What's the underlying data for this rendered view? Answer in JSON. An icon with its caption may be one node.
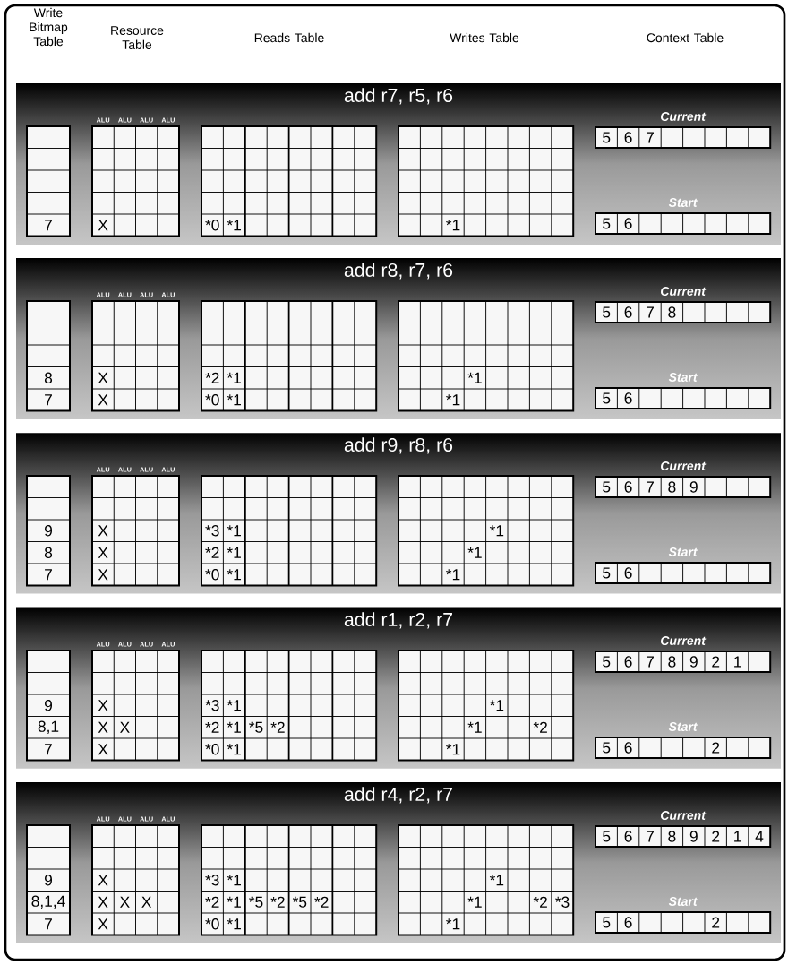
{
  "diagram": {
    "nodes": [
      {
        "text": [
          "add r7, r5, r6"
        ]
      },
      {
        "text": [
          "add r8, r7, r6"
        ]
      },
      {
        "text": [
          "add r9, r8, r6"
        ]
      },
      {
        "text": [
          "add r1, r2, r7"
        ]
      },
      {
        "text": [
          "add r4, r2, r7"
        ]
      }
    ],
    "labels": [
      "Write Bitmap Table",
      "Resource Table",
      "Reads Table",
      "Writes Table",
      "Context Table",
      "ALU",
      "ALU",
      "ALU",
      "ALU",
      "Current",
      "5",
      "6",
      "7",
      "7",
      "X",
      "*0",
      "*1",
      "*1",
      "Start",
      "5",
      "6",
      "ALU",
      "ALU",
      "ALU",
      "ALU",
      "Current",
      "5",
      "6",
      "7",
      "8",
      "8",
      "X",
      "*2",
      "*1",
      "*1",
      "7",
      "X",
      "*0",
      "*1",
      "*1",
      "Start",
      "5",
      "6",
      "ALU",
      "ALU",
      "ALU",
      "ALU",
      "Current",
      "5",
      "6",
      "7",
      "8",
      "9",
      "9",
      "X",
      "*3",
      "*1",
      "*1",
      "8",
      "X",
      "*2",
      "*1",
      "*1",
      "7",
      "X",
      "*0",
      "*1",
      "*1",
      "Start",
      "5",
      "6",
      "ALU",
      "ALU",
      "ALU",
      "ALU",
      "Current",
      "5",
      "6",
      "7",
      "8",
      "9",
      "2",
      "1",
      "9",
      "X",
      "*3",
      "*1",
      "*1",
      "8,1",
      "X",
      "X",
      "*2",
      "*1",
      "*5",
      "*2",
      "*1",
      "*2",
      "7",
      "X",
      "*0",
      "*1",
      "*1",
      "Start",
      "5",
      "6",
      "2",
      "ALU",
      "ALU",
      "ALU",
      "ALU",
      "Current",
      "5",
      "6",
      "7",
      "8",
      "9",
      "2",
      "1",
      "4",
      "9",
      "X",
      "*3",
      "*1",
      "*1",
      "8,1,4",
      "X",
      "X",
      "X",
      "*2",
      "*1",
      "*5",
      "*2",
      "*5",
      "*2",
      "*1",
      "*2",
      "*3",
      "7",
      "X",
      "*0",
      "*1",
      "*1",
      "Start",
      "5",
      "6",
      "2"
    ]
  }
}
